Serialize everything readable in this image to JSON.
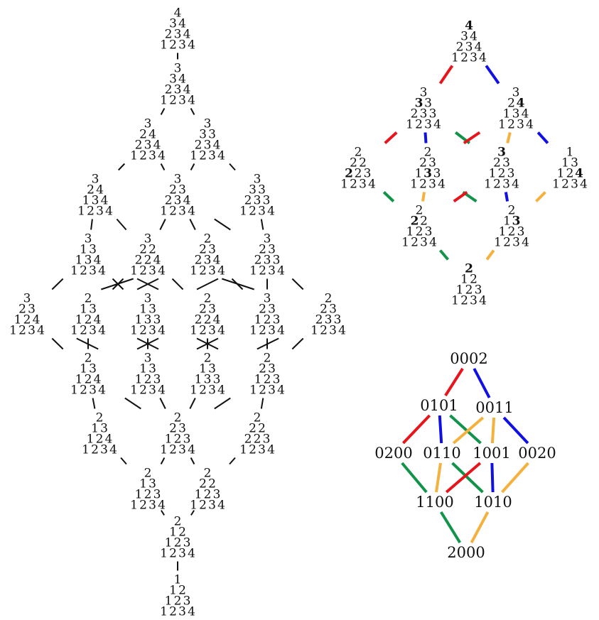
{
  "colors": {
    "edge_black": "#111111",
    "red": "#e8141b",
    "blue": "#1010e6",
    "green": "#12934a",
    "orange": "#f5b13d",
    "highlight": "#b01010"
  },
  "left_lattice": {
    "nodes": [
      {
        "id": "L0",
        "rows": [
          [
            "4"
          ],
          [
            "3",
            "4"
          ],
          [
            "2",
            "3",
            "4"
          ],
          [
            "1",
            "2",
            "3",
            "4"
          ]
        ]
      },
      {
        "id": "L1",
        "rows": [
          [
            "3"
          ],
          [
            "3",
            "4"
          ],
          [
            "2",
            "3",
            "4"
          ],
          [
            "1",
            "2",
            "3",
            "4"
          ]
        ]
      },
      {
        "id": "L2a",
        "rows": [
          [
            "3"
          ],
          [
            "2",
            "4"
          ],
          [
            "2",
            "3",
            "4"
          ],
          [
            "1",
            "2",
            "3",
            "4"
          ]
        ]
      },
      {
        "id": "L2b",
        "rows": [
          [
            "3"
          ],
          [
            "3",
            "3"
          ],
          [
            "2",
            "3",
            "4"
          ],
          [
            "1",
            "2",
            "3",
            "4"
          ]
        ]
      },
      {
        "id": "L3a",
        "rows": [
          [
            "3"
          ],
          [
            "2",
            "4"
          ],
          [
            "1",
            "3",
            "4"
          ],
          [
            "1",
            "2",
            "3",
            "4"
          ]
        ]
      },
      {
        "id": "L3b",
        "rows": [
          [
            "3"
          ],
          [
            "2",
            "3"
          ],
          [
            "2",
            "3",
            "4"
          ],
          [
            "1",
            "2",
            "3",
            "4"
          ]
        ]
      },
      {
        "id": "L3c",
        "rows": [
          [
            "3"
          ],
          [
            "3",
            "3"
          ],
          [
            "2",
            "3",
            "3"
          ],
          [
            "1",
            "2",
            "3",
            "4"
          ]
        ]
      },
      {
        "id": "L4a",
        "rows": [
          [
            "3"
          ],
          [
            "1",
            "3"
          ],
          [
            "1",
            "3",
            "4"
          ],
          [
            "1",
            "2",
            "3",
            "4"
          ]
        ]
      },
      {
        "id": "L4b",
        "rows": [
          [
            "3"
          ],
          [
            "2",
            "2"
          ],
          [
            "2",
            "2",
            "4"
          ],
          [
            "1",
            "2",
            "3",
            "4"
          ]
        ]
      },
      {
        "id": "L4c",
        "rows": [
          [
            "2"
          ],
          [
            "2",
            "3"
          ],
          [
            "2",
            "3",
            "4"
          ],
          [
            "1",
            "2",
            "3",
            "4"
          ]
        ]
      },
      {
        "id": "L4d",
        "rows": [
          [
            "3"
          ],
          [
            "2",
            "3"
          ],
          [
            "2",
            "3",
            "3"
          ],
          [
            "1",
            "2",
            "3",
            "4"
          ]
        ]
      },
      {
        "id": "L5a",
        "rows": [
          [
            "3"
          ],
          [
            "2",
            "3"
          ],
          [
            "1",
            "2",
            "4"
          ],
          [
            "1",
            "2",
            "3",
            "4"
          ]
        ]
      },
      {
        "id": "L5b",
        "rows": [
          [
            "2"
          ],
          [
            "1",
            "3"
          ],
          [
            "1",
            "2",
            "4"
          ],
          [
            "1",
            "2",
            "3",
            "4"
          ]
        ]
      },
      {
        "id": "L5c",
        "rows": [
          [
            "3"
          ],
          [
            "1",
            "3"
          ],
          [
            "1",
            "3",
            "3"
          ],
          [
            "1",
            "2",
            "3",
            "4"
          ]
        ]
      },
      {
        "id": "L5d",
        "rows": [
          [
            "2"
          ],
          [
            "2",
            "3"
          ],
          [
            "2",
            "2",
            "4"
          ],
          [
            "1",
            "2",
            "3",
            "4"
          ]
        ]
      },
      {
        "id": "L5e",
        "rows": [
          [
            "3"
          ],
          [
            "2",
            "3"
          ],
          [
            "1",
            "2",
            "3"
          ],
          [
            "1",
            "2",
            "3",
            "4"
          ]
        ]
      },
      {
        "id": "L5f",
        "rows": [
          [
            "2"
          ],
          [
            "2",
            "3"
          ],
          [
            "2",
            "3",
            "3"
          ],
          [
            "1",
            "2",
            "3",
            "4"
          ]
        ]
      },
      {
        "id": "L6a",
        "rows": [
          [
            "2"
          ],
          [
            "1",
            "3"
          ],
          [
            "1",
            "2",
            "4"
          ],
          [
            "1",
            "2",
            "3",
            "4"
          ]
        ]
      },
      {
        "id": "L6b",
        "rows": [
          [
            "3"
          ],
          [
            "1",
            "3"
          ],
          [
            "1",
            "2",
            "3"
          ],
          [
            "1",
            "2",
            "3",
            "4"
          ]
        ]
      },
      {
        "id": "L6c",
        "rows": [
          [
            "2"
          ],
          [
            "1",
            "3"
          ],
          [
            "1",
            "3",
            "3"
          ],
          [
            "1",
            "2",
            "3",
            "4"
          ]
        ]
      },
      {
        "id": "L6d",
        "rows": [
          [
            "2"
          ],
          [
            "2",
            "3"
          ],
          [
            "1",
            "2",
            "3"
          ],
          [
            "1",
            "2",
            "3",
            "4"
          ]
        ]
      },
      {
        "id": "L7a",
        "rows": [
          [
            "2"
          ],
          [
            "1",
            "3"
          ],
          [
            "1",
            "2",
            "4"
          ],
          [
            "1",
            "2",
            "3",
            "4"
          ]
        ]
      },
      {
        "id": "L7b",
        "rows": [
          [
            "2"
          ],
          [
            "2",
            "3"
          ],
          [
            "1",
            "2",
            "3"
          ],
          [
            "1",
            "2",
            "3",
            "4"
          ]
        ]
      },
      {
        "id": "L7c",
        "rows": [
          [
            "2"
          ],
          [
            "2",
            "2"
          ],
          [
            "2",
            "2",
            "3"
          ],
          [
            "1",
            "2",
            "3",
            "4"
          ]
        ]
      },
      {
        "id": "L8a",
        "rows": [
          [
            "2"
          ],
          [
            "1",
            "3"
          ],
          [
            "1",
            "2",
            "3"
          ],
          [
            "1",
            "2",
            "3",
            "4"
          ]
        ]
      },
      {
        "id": "L8b",
        "rows": [
          [
            "2"
          ],
          [
            "2",
            "2"
          ],
          [
            "1",
            "2",
            "3"
          ],
          [
            "1",
            "2",
            "3",
            "4"
          ]
        ]
      },
      {
        "id": "L9",
        "rows": [
          [
            "2"
          ],
          [
            "1",
            "2"
          ],
          [
            "1",
            "2",
            "3"
          ],
          [
            "1",
            "2",
            "3",
            "4"
          ]
        ]
      },
      {
        "id": "L10",
        "rows": [
          [
            "1"
          ],
          [
            "1",
            "2"
          ],
          [
            "1",
            "2",
            "3"
          ],
          [
            "1",
            "2",
            "3",
            "4"
          ]
        ]
      }
    ],
    "edges": [
      [
        "L0",
        "L1"
      ],
      [
        "L1",
        "L2a"
      ],
      [
        "L1",
        "L2b"
      ],
      [
        "L2a",
        "L3a"
      ],
      [
        "L2a",
        "L3b"
      ],
      [
        "L2b",
        "L3b"
      ],
      [
        "L2b",
        "L3c"
      ],
      [
        "L3a",
        "L4a"
      ],
      [
        "L3a",
        "L4b"
      ],
      [
        "L3b",
        "L4b"
      ],
      [
        "L3b",
        "L4c"
      ],
      [
        "L3b",
        "L4d"
      ],
      [
        "L3c",
        "L4d"
      ],
      [
        "L4a",
        "L5a"
      ],
      [
        "L4a",
        "L5c"
      ],
      [
        "L4a",
        "L5d"
      ],
      [
        "L4b",
        "L5b"
      ],
      [
        "L4b",
        "L5d"
      ],
      [
        "L4c",
        "L5a"
      ],
      [
        "L4c",
        "L5e"
      ],
      [
        "L4d",
        "L5c"
      ],
      [
        "L4d",
        "L5e"
      ],
      [
        "L4d",
        "L5f"
      ],
      [
        "L4b",
        "L5f"
      ],
      [
        "L4c",
        "L5b"
      ],
      [
        "L5a",
        "L6a"
      ],
      [
        "L5a",
        "L6b"
      ],
      [
        "L5b",
        "L6a"
      ],
      [
        "L5b",
        "L6c"
      ],
      [
        "L5c",
        "L6b"
      ],
      [
        "L5c",
        "L6d"
      ],
      [
        "L5d",
        "L6a"
      ],
      [
        "L5d",
        "L6c"
      ],
      [
        "L5e",
        "L6b"
      ],
      [
        "L5e",
        "L6d"
      ],
      [
        "L5f",
        "L6c"
      ],
      [
        "L5f",
        "L6d"
      ],
      [
        "L6a",
        "L7a"
      ],
      [
        "L6b",
        "L7b"
      ],
      [
        "L6c",
        "L7b"
      ],
      [
        "L6d",
        "L7c"
      ],
      [
        "L6a",
        "L7b"
      ],
      [
        "L6d",
        "L7b"
      ],
      [
        "L7a",
        "L8a"
      ],
      [
        "L7b",
        "L8a"
      ],
      [
        "L7b",
        "L8b"
      ],
      [
        "L7c",
        "L8b"
      ],
      [
        "L8a",
        "L9"
      ],
      [
        "L8b",
        "L9"
      ],
      [
        "L9",
        "L10"
      ]
    ]
  },
  "right_top_lattice": {
    "nodes": [
      {
        "id": "T0",
        "rows": [
          [
            "4"
          ],
          [
            "3",
            "4"
          ],
          [
            "2",
            "3",
            "4"
          ],
          [
            "1",
            "2",
            "3",
            "4"
          ]
        ],
        "hl": [
          [
            0,
            0
          ]
        ]
      },
      {
        "id": "T1a",
        "rows": [
          [
            "3"
          ],
          [
            "3",
            "3"
          ],
          [
            "2",
            "3",
            "3"
          ],
          [
            "1",
            "2",
            "3",
            "4"
          ]
        ],
        "hl": [
          [
            1,
            0
          ]
        ]
      },
      {
        "id": "T1b",
        "rows": [
          [
            "3"
          ],
          [
            "2",
            "4"
          ],
          [
            "1",
            "3",
            "4"
          ],
          [
            "1",
            "2",
            "3",
            "4"
          ]
        ],
        "hl": [
          [
            1,
            1
          ]
        ]
      },
      {
        "id": "T2a",
        "rows": [
          [
            "2"
          ],
          [
            "2",
            "2"
          ],
          [
            "2",
            "2",
            "3"
          ],
          [
            "1",
            "2",
            "3",
            "4"
          ]
        ],
        "hl": [
          [
            2,
            0
          ]
        ]
      },
      {
        "id": "T2b",
        "rows": [
          [
            "2"
          ],
          [
            "2",
            "3"
          ],
          [
            "1",
            "3",
            "3"
          ],
          [
            "1",
            "2",
            "3",
            "4"
          ]
        ],
        "hl": [
          [
            2,
            1
          ]
        ]
      },
      {
        "id": "T2c",
        "rows": [
          [
            "3"
          ],
          [
            "2",
            "3"
          ],
          [
            "1",
            "2",
            "3"
          ],
          [
            "1",
            "2",
            "3",
            "4"
          ]
        ],
        "hl": [
          [
            0,
            0
          ]
        ]
      },
      {
        "id": "T2d",
        "rows": [
          [
            "1"
          ],
          [
            "1",
            "3"
          ],
          [
            "1",
            "2",
            "4"
          ],
          [
            "1",
            "2",
            "3",
            "4"
          ]
        ],
        "hl": [
          [
            2,
            2
          ]
        ]
      },
      {
        "id": "T3a",
        "rows": [
          [
            "2"
          ],
          [
            "2",
            "2"
          ],
          [
            "1",
            "2",
            "3"
          ],
          [
            "1",
            "2",
            "3",
            "4"
          ]
        ],
        "hl": [
          [
            1,
            0
          ]
        ]
      },
      {
        "id": "T3b",
        "rows": [
          [
            "2"
          ],
          [
            "1",
            "3"
          ],
          [
            "1",
            "2",
            "3"
          ],
          [
            "1",
            "2",
            "3",
            "4"
          ]
        ],
        "hl": [
          [
            1,
            1
          ]
        ]
      },
      {
        "id": "T4",
        "rows": [
          [
            "2"
          ],
          [
            "1",
            "2"
          ],
          [
            "1",
            "2",
            "3"
          ],
          [
            "1",
            "2",
            "3",
            "4"
          ]
        ],
        "hl": [
          [
            0,
            0
          ]
        ]
      }
    ],
    "edges": [
      [
        "T0",
        "T1a",
        "red"
      ],
      [
        "T0",
        "T1b",
        "blue"
      ],
      [
        "T1a",
        "T2a",
        "red"
      ],
      [
        "T1a",
        "T2b",
        "blue"
      ],
      [
        "T1a",
        "T2c",
        "green"
      ],
      [
        "T1b",
        "T2b",
        "red"
      ],
      [
        "T1b",
        "T2c",
        "orange"
      ],
      [
        "T1b",
        "T2d",
        "blue"
      ],
      [
        "T2a",
        "T3a",
        "green"
      ],
      [
        "T2b",
        "T3a",
        "orange"
      ],
      [
        "T2b",
        "T3b",
        "green"
      ],
      [
        "T2c",
        "T3a",
        "red"
      ],
      [
        "T2c",
        "T3b",
        "blue"
      ],
      [
        "T2d",
        "T3b",
        "orange"
      ],
      [
        "T3a",
        "T4",
        "green"
      ],
      [
        "T3b",
        "T4",
        "orange"
      ]
    ]
  },
  "right_bottom_lattice": {
    "nodes": [
      {
        "id": "B0",
        "label": "0002"
      },
      {
        "id": "B1a",
        "label": "0101"
      },
      {
        "id": "B1b",
        "label": "0011"
      },
      {
        "id": "B2a",
        "label": "0200"
      },
      {
        "id": "B2b",
        "label": "0110"
      },
      {
        "id": "B2c",
        "label": "1001"
      },
      {
        "id": "B2d",
        "label": "0020"
      },
      {
        "id": "B3a",
        "label": "1100"
      },
      {
        "id": "B3b",
        "label": "1010"
      },
      {
        "id": "B4",
        "label": "2000"
      }
    ],
    "edges": [
      [
        "B0",
        "B1a",
        "red"
      ],
      [
        "B0",
        "B1b",
        "blue"
      ],
      [
        "B1a",
        "B2a",
        "red"
      ],
      [
        "B1a",
        "B2b",
        "blue"
      ],
      [
        "B1a",
        "B2c",
        "green"
      ],
      [
        "B1b",
        "B2b",
        "orange"
      ],
      [
        "B1b",
        "B2c",
        "orange"
      ],
      [
        "B1b",
        "B2d",
        "blue"
      ],
      [
        "B2a",
        "B3a",
        "green"
      ],
      [
        "B2b",
        "B3a",
        "orange"
      ],
      [
        "B2b",
        "B3b",
        "green"
      ],
      [
        "B2c",
        "B3a",
        "red"
      ],
      [
        "B2c",
        "B3b",
        "blue"
      ],
      [
        "B2d",
        "B3b",
        "orange"
      ],
      [
        "B3a",
        "B4",
        "green"
      ],
      [
        "B3b",
        "B4",
        "orange"
      ]
    ]
  }
}
